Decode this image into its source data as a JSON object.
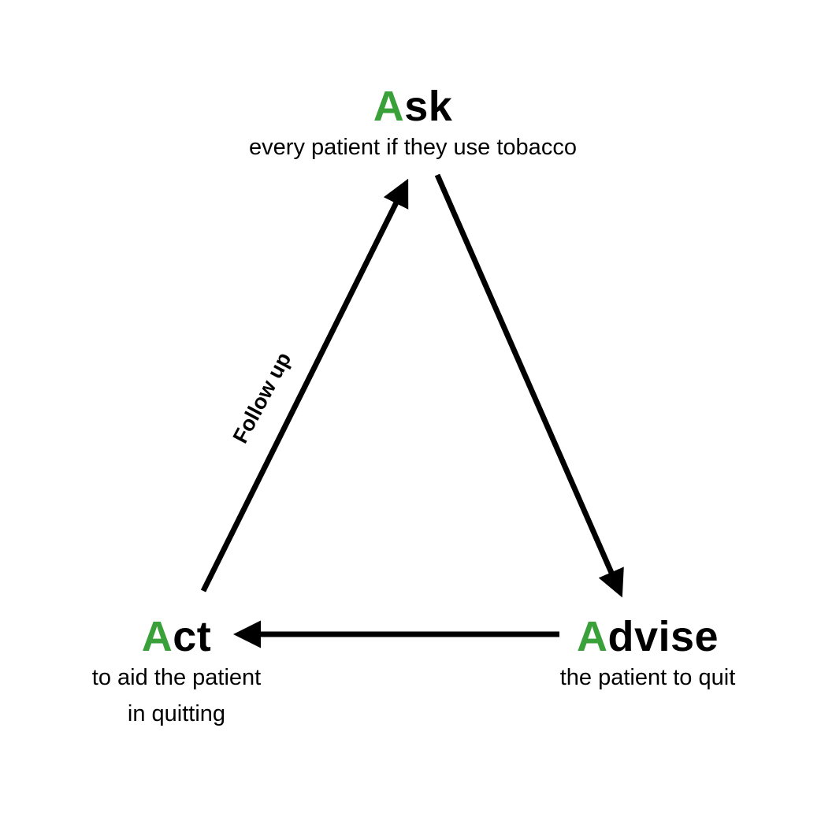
{
  "colors": {
    "accent": "#3aa13a",
    "text": "#000000",
    "background": "#ffffff"
  },
  "nodes": {
    "ask": {
      "initial": "A",
      "rest": "sk",
      "desc": [
        "every patient if they use tobacco"
      ]
    },
    "advise": {
      "initial": "A",
      "rest": "dvise",
      "desc": [
        "the patient to quit"
      ]
    },
    "act": {
      "initial": "A",
      "rest": "ct",
      "desc": [
        "to aid the patient",
        "in quitting"
      ]
    }
  },
  "edges": [
    {
      "from": "ask",
      "to": "advise",
      "label": ""
    },
    {
      "from": "advise",
      "to": "act",
      "label": ""
    },
    {
      "from": "act",
      "to": "ask",
      "label": "Follow up"
    }
  ]
}
